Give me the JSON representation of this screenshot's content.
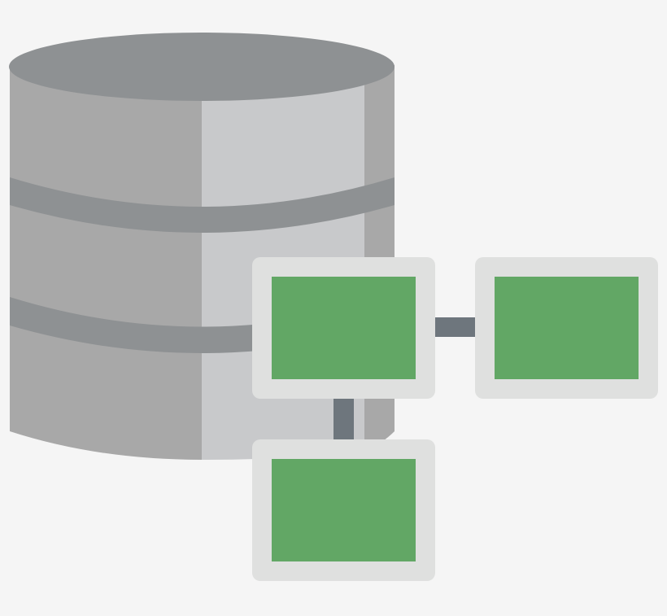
{
  "icon": {
    "semantic": "database-network-icon",
    "parts": [
      "database-cylinder",
      "network-node-top-left",
      "network-node-right",
      "network-node-bottom",
      "connector-horizontal",
      "connector-vertical"
    ]
  },
  "colors": {
    "background": "#f5f5f5",
    "db_top": "#8e9193",
    "db_body_left": "#a8a8a8",
    "db_body_right": "#c8c9cb",
    "db_right_edge": "#a8a8a8",
    "db_band": "#8e9193",
    "node_frame": "#dfe0df",
    "node_screen": "#62a765",
    "connector": "#6e767d"
  }
}
